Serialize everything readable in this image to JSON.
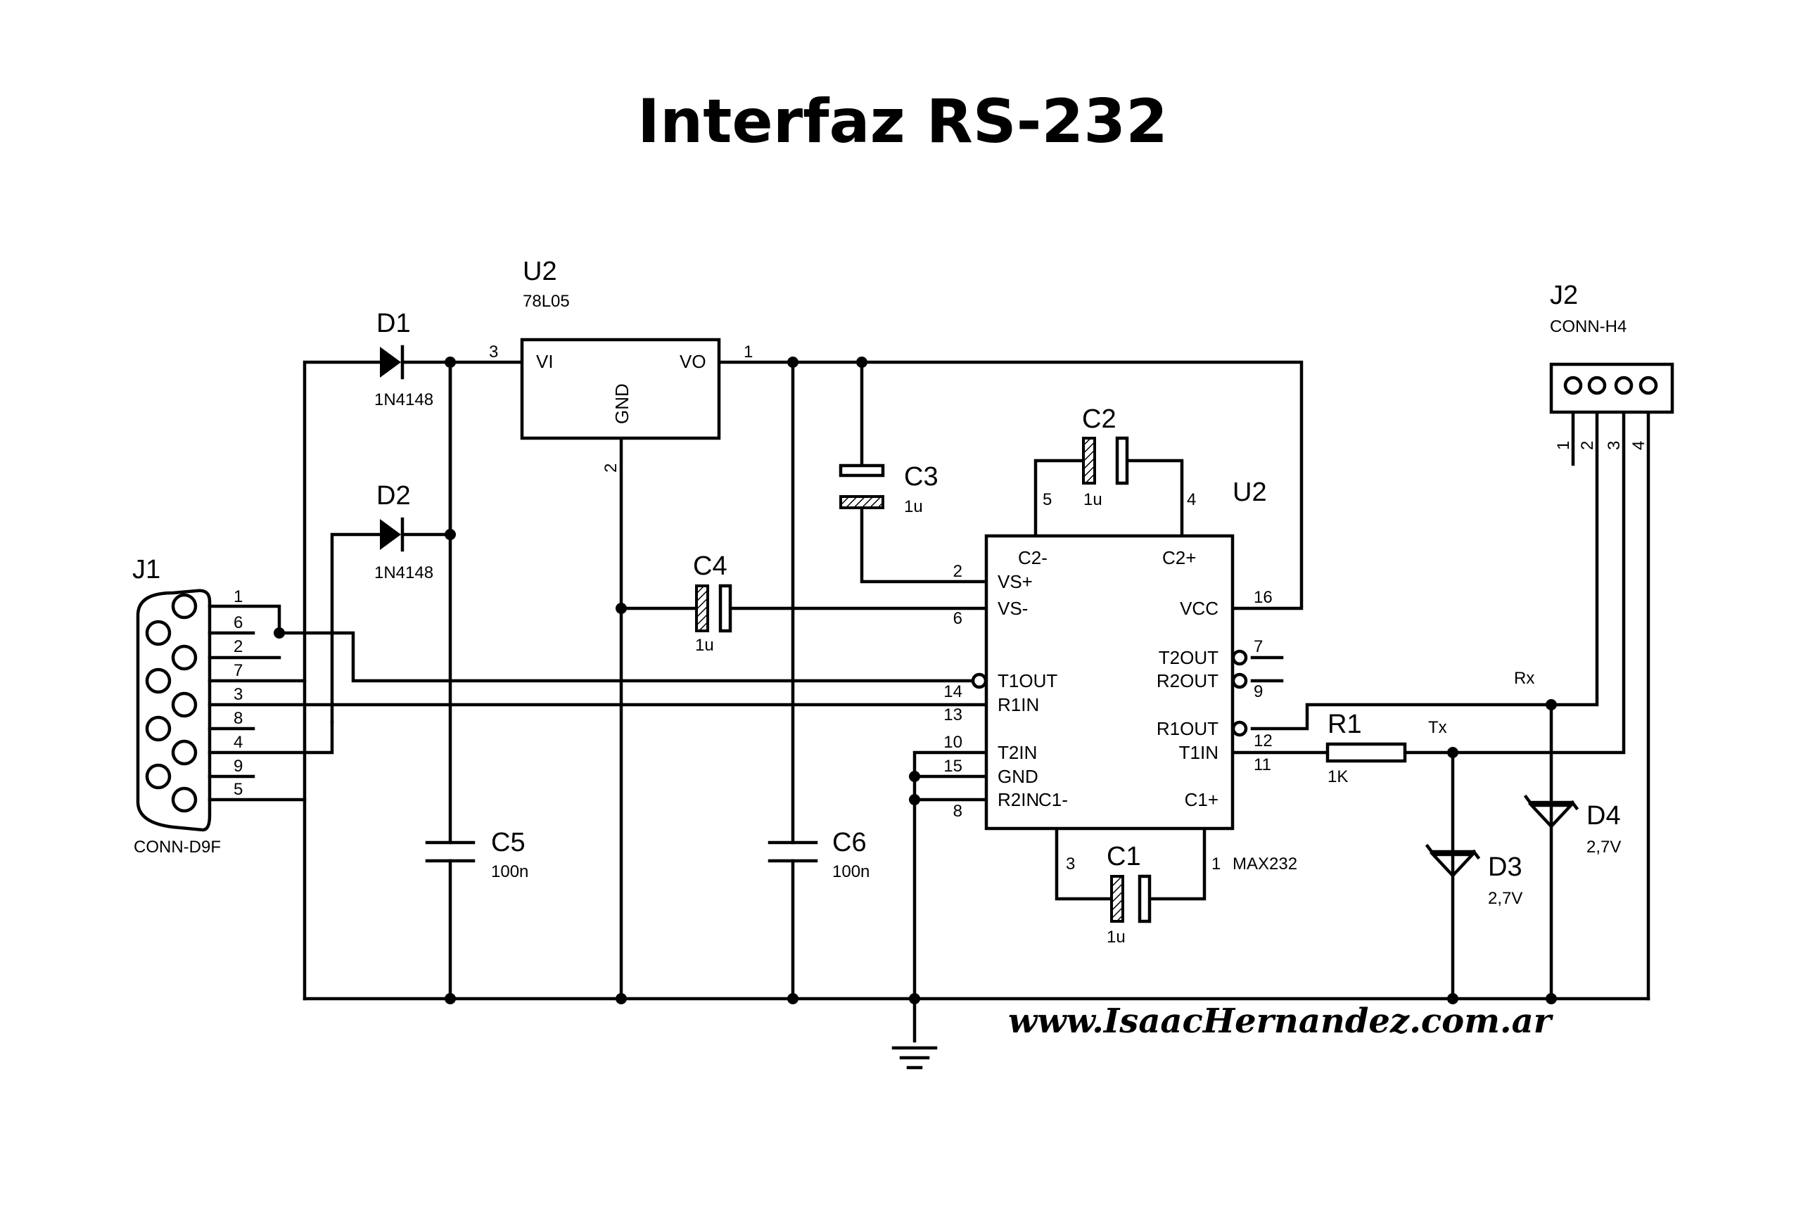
{
  "title": "Interfaz RS-232",
  "credit": "www.IsaacHernandez.com.ar",
  "components": {
    "d1": {
      "ref": "D1",
      "value": "1N4148"
    },
    "d2": {
      "ref": "D2",
      "value": "1N4148"
    },
    "u_reg": {
      "ref": "U2",
      "value": "78L05",
      "pin_vi": "VI",
      "pin_vo": "VO",
      "pin_gnd": "GND",
      "pin_num_in": "3",
      "pin_num_out": "1",
      "pin_num_gnd": "2"
    },
    "c1": {
      "ref": "C1",
      "value": "1u"
    },
    "c2": {
      "ref": "C2",
      "value": "1u"
    },
    "c3": {
      "ref": "C3",
      "value": "1u"
    },
    "c4": {
      "ref": "C4",
      "value": "1u"
    },
    "c5": {
      "ref": "C5",
      "value": "100n"
    },
    "c6": {
      "ref": "C6",
      "value": "100n"
    },
    "r1": {
      "ref": "R1",
      "value": "1K"
    },
    "d3": {
      "ref": "D3",
      "value": "2,7V"
    },
    "d4": {
      "ref": "D4",
      "value": "2,7V"
    },
    "j1": {
      "ref": "J1",
      "value": "CONN-D9F",
      "pins": [
        "1",
        "6",
        "2",
        "7",
        "3",
        "8",
        "4",
        "9",
        "5"
      ]
    },
    "j2": {
      "ref": "J2",
      "value": "CONN-H4",
      "pins": [
        "1",
        "2",
        "3",
        "4"
      ]
    },
    "u_max": {
      "ref": "U2",
      "value": "MAX232",
      "pins_left": [
        {
          "num": "2",
          "name": "VS+"
        },
        {
          "num": "6",
          "name": "VS-"
        },
        {
          "num": "14",
          "name": "T1OUT"
        },
        {
          "num": "13",
          "name": "R1IN"
        },
        {
          "num": "10",
          "name": "T2IN"
        },
        {
          "num": "15",
          "name": "GND"
        },
        {
          "num": "8",
          "name": "R2IN"
        }
      ],
      "pins_right": [
        {
          "num": "16",
          "name": "VCC"
        },
        {
          "num": "7",
          "name": "T2OUT"
        },
        {
          "num": "9",
          "name": "R2OUT"
        },
        {
          "num": "12",
          "name": "R1OUT"
        },
        {
          "num": "11",
          "name": "T1IN"
        }
      ],
      "pins_top": [
        {
          "num": "5",
          "name": "C2-"
        },
        {
          "num": "4",
          "name": "C2+"
        }
      ],
      "pins_bottom": [
        {
          "num": "3",
          "name": "C1-"
        },
        {
          "num": "1",
          "name": "C1+"
        }
      ]
    }
  },
  "nets": {
    "rx": "Rx",
    "tx": "Tx"
  }
}
